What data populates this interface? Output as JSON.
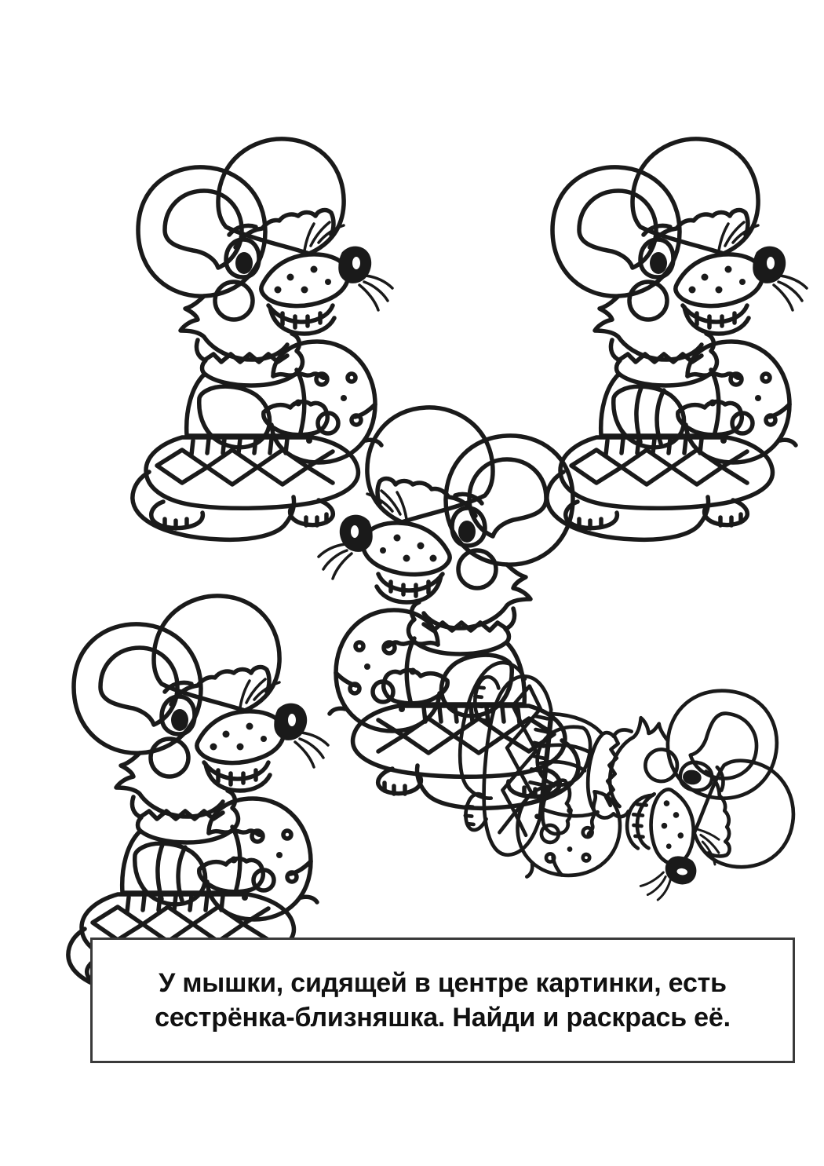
{
  "page": {
    "type": "coloring-worksheet",
    "background_color": "#ffffff",
    "ink_color": "#1a1a1a",
    "language": "ru"
  },
  "instruction": {
    "line1": "У мышки, сидящей в центре картинки, есть",
    "line2": "сестрёнка-близняшка. Найди и раскрась её.",
    "full_text": "У мышки, сидящей в центре картинки, есть сестрёнка-близняшка. Найди и раскрась её.",
    "border_color": "#3a3a3a",
    "text_color": "#111111"
  },
  "figures": [
    {
      "id": "mouse-top-left",
      "label": "Мышка вверху слева",
      "position": "top-left",
      "facing": "right",
      "orientation": "upright",
      "sleeve_pattern": "plain",
      "is_twin_of_center": true
    },
    {
      "id": "mouse-top-right",
      "label": "Мышка вверху справа",
      "position": "top-right",
      "facing": "right",
      "orientation": "upright",
      "sleeve_pattern": "striped",
      "is_twin_of_center": false
    },
    {
      "id": "mouse-center",
      "label": "Мышка в центре",
      "position": "center",
      "facing": "left",
      "orientation": "upright",
      "sleeve_pattern": "plain",
      "is_twin_of_center": false
    },
    {
      "id": "mouse-bottom-left",
      "label": "Мышка внизу слева",
      "position": "bottom-left",
      "facing": "right",
      "orientation": "upright",
      "sleeve_pattern": "striped",
      "is_twin_of_center": false
    },
    {
      "id": "mouse-bottom-right",
      "label": "Мышка внизу справа",
      "position": "bottom-right",
      "facing": "right",
      "orientation": "rotated",
      "sleeve_pattern": "striped",
      "is_twin_of_center": false
    }
  ],
  "figure_parts": {
    "far_ear": "far-ear",
    "near_ear": "near-ear",
    "head": "head",
    "snout": "snout",
    "nose": "nose",
    "eye": "eye",
    "whiskers": "whiskers",
    "teeth": "teeth",
    "cheek": "cheek",
    "collar": "collar",
    "arm": "arm",
    "paw": "paw",
    "cheese": "cheese",
    "skirt": "skirt",
    "feet": "feet",
    "tail": "tail"
  }
}
